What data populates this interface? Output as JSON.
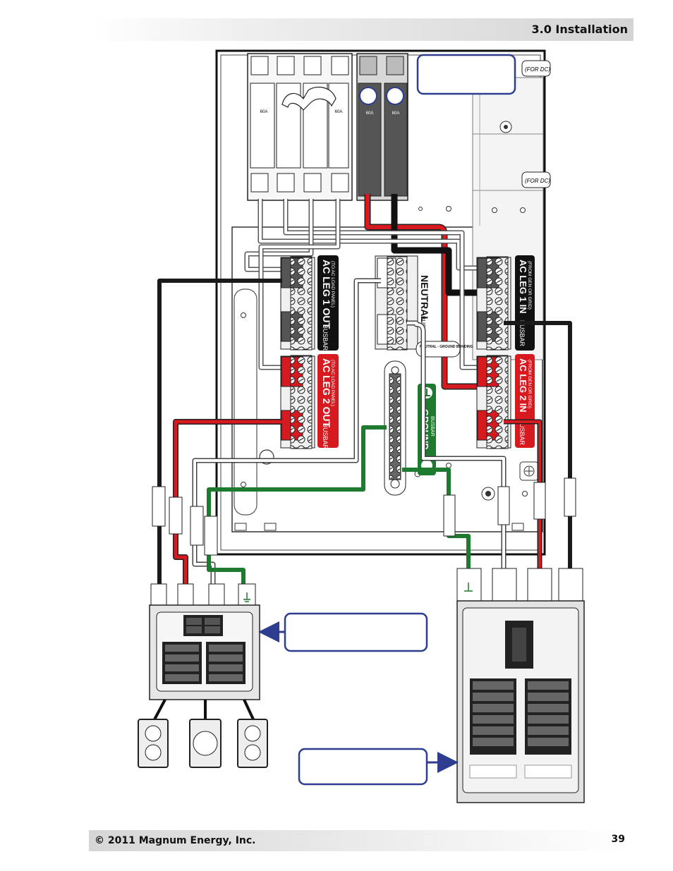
{
  "header": {
    "section_title": "3.0 Installation"
  },
  "footer": {
    "copyright": "© 2011 Magnum Energy, Inc.",
    "page_number": "39"
  },
  "diagram": {
    "busbars": {
      "leg1_out": {
        "title": "AC LEG 1 OUT",
        "suffix": "BUSBAR",
        "sub": "(TO AC LOAD PANEL)"
      },
      "leg2_out": {
        "title": "AC LEG 2 OUT",
        "suffix": "BUSBAR",
        "sub": "(TO AC LOAD PANEL)"
      },
      "leg1_in": {
        "title": "AC LEG 1 IN",
        "suffix": "BUSBAR",
        "sub": "(FROM GEN OR GRID)"
      },
      "leg2_in": {
        "title": "AC LEG 2 IN",
        "suffix": "BUSBAR",
        "sub": "(FROM GEN OR GRID)"
      },
      "neutral": {
        "title": "NEUTRAL",
        "suffix": "BUSBAR"
      },
      "ground": {
        "title": "GROUND",
        "suffix": "BUSBAR"
      }
    },
    "breaker_ratings": [
      "60A",
      "60A",
      "60A",
      "60A"
    ],
    "side_labels": [
      "(FOR DC)",
      "(FOR DC)"
    ],
    "bonding_label": "NEUTRAL - GROUND BONDING",
    "colors": {
      "hot1": "#1a1a1a",
      "hot2": "#d71920",
      "neutral": "#ffffff",
      "ground": "#1e7a2e",
      "callout": "#2e3d8f"
    }
  }
}
